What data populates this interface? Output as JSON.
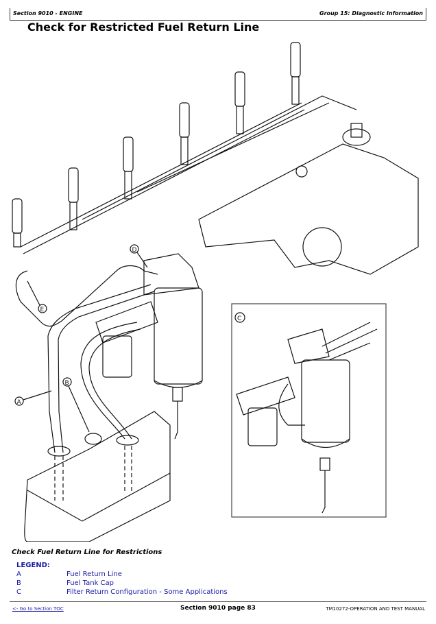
{
  "header": {
    "section": "Section 9010 - ENGINE",
    "group": "Group 15: Diagnostic Information"
  },
  "page_title": "Check for Restricted Fuel Return Line",
  "figure": {
    "callouts": [
      "A",
      "B",
      "C",
      "D",
      "E"
    ],
    "caption": "Check Fuel Return Line for Restrictions"
  },
  "legend": {
    "title": "LEGEND:",
    "items": [
      {
        "key": "A",
        "label": "Fuel Return Line"
      },
      {
        "key": "B",
        "label": "Fuel Tank Cap"
      },
      {
        "key": "C",
        "label": "Filter Return Configuration - Some Applications"
      }
    ]
  },
  "footer": {
    "toc_link": "<- Go to Section TOC",
    "page": "Section 9010 page 83",
    "manual": "TM10272-OPERATION AND TEST MANUAL"
  }
}
